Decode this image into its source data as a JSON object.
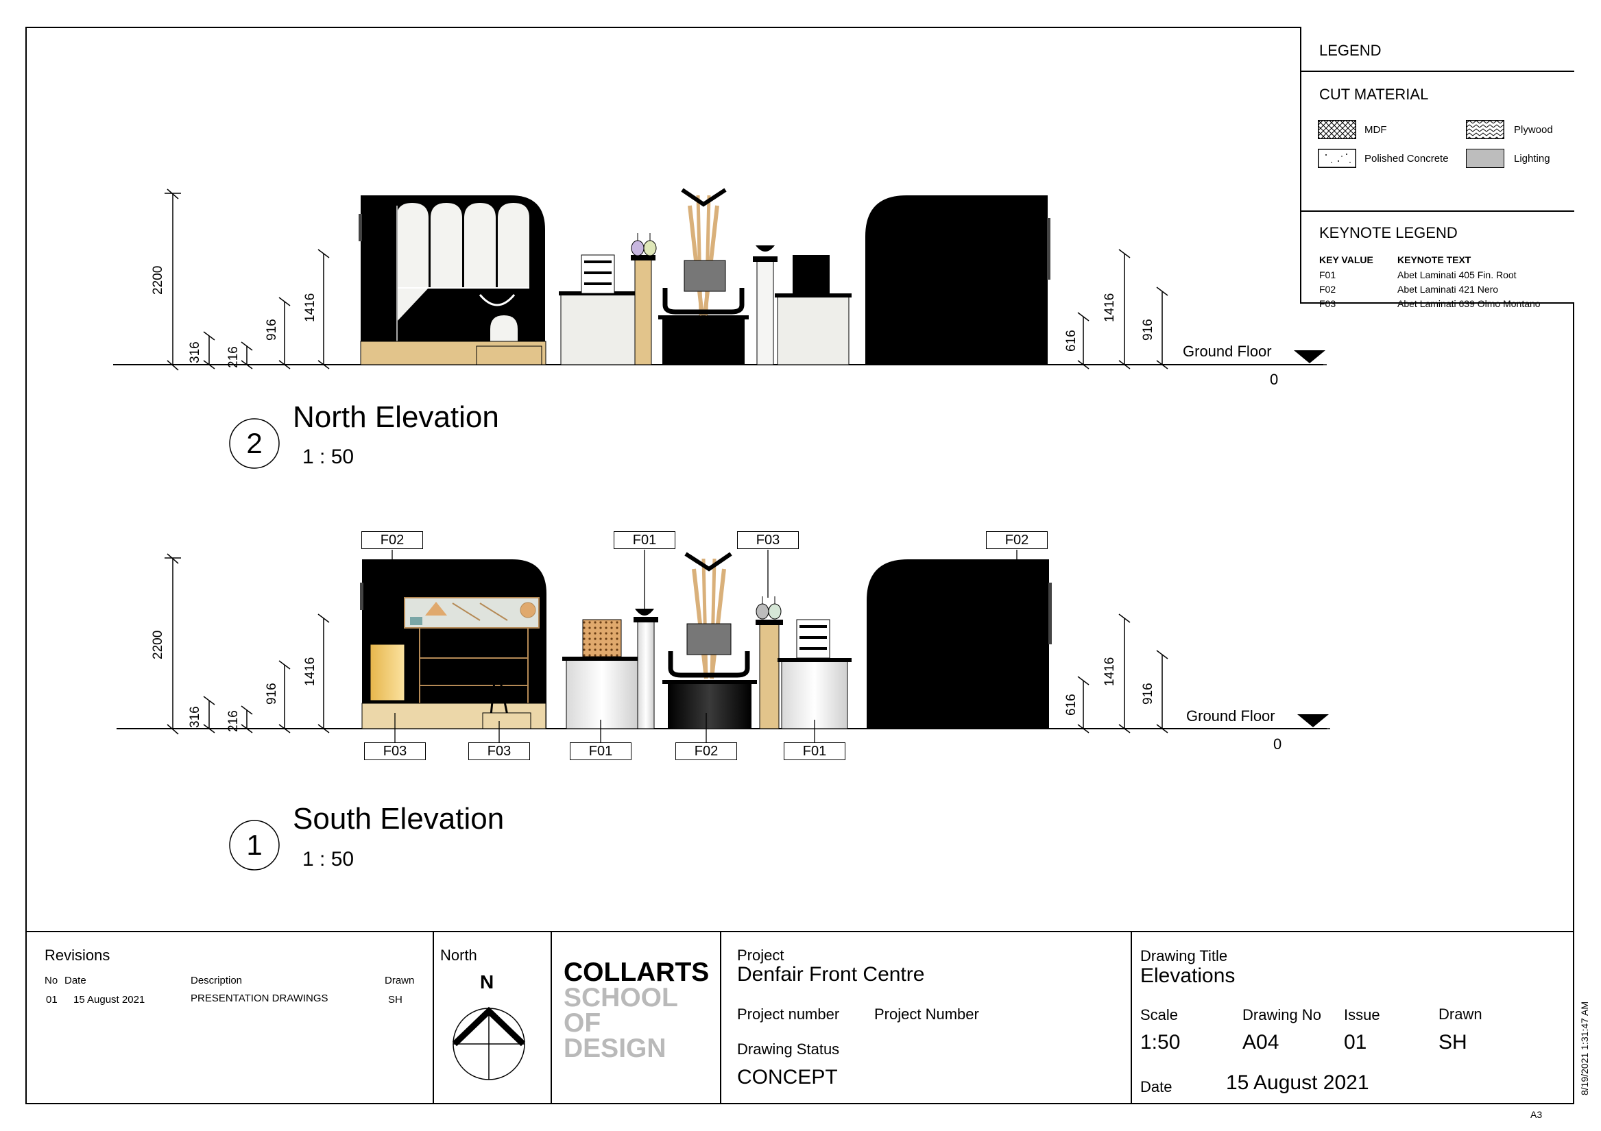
{
  "legend": {
    "title": "LEGEND",
    "cut_material_title": "CUT MATERIAL",
    "materials": [
      "MDF",
      "Plywood",
      "Polished Concrete",
      "Lighting"
    ],
    "keynote_title": "KEYNOTE LEGEND",
    "keynote_headers": [
      "KEY VALUE",
      "KEYNOTE TEXT"
    ],
    "keynotes": [
      {
        "key": "F01",
        "text": "Abet Laminati 405 Fin. Root"
      },
      {
        "key": "F02",
        "text": "Abet Laminati 421 Nero"
      },
      {
        "key": "F03",
        "text": "Abet Laminati 639 Olmo Montano"
      }
    ]
  },
  "north_elevation": {
    "number": "2",
    "title": "North Elevation",
    "scale": "1 : 50",
    "dims_left": [
      "2200",
      "316",
      "216",
      "916",
      "1416"
    ],
    "dims_right": [
      "616",
      "1416",
      "916"
    ],
    "level_name": "Ground Floor",
    "level_value": "0"
  },
  "south_elevation": {
    "number": "1",
    "title": "South Elevation",
    "scale": "1 : 50",
    "dims_left": [
      "2200",
      "316",
      "216",
      "916",
      "1416"
    ],
    "dims_right": [
      "616",
      "1416",
      "916"
    ],
    "level_name": "Ground Floor",
    "level_value": "0",
    "tags_top": [
      "F02",
      "F01",
      "F03",
      "F02"
    ],
    "tags_bottom": [
      "F03",
      "F03",
      "F01",
      "F02",
      "F01"
    ]
  },
  "title_block": {
    "revisions_title": "Revisions",
    "rev_headers": {
      "no": "No",
      "date": "Date",
      "description": "Description",
      "drawn": "Drawn"
    },
    "revision": {
      "no": "01",
      "date": "15 August 2021",
      "description": "PRESENTATION DRAWINGS",
      "drawn": "SH"
    },
    "north_label": "North",
    "north_letter": "N",
    "logo": [
      "COLLARTS",
      "SCHOOL",
      "OF",
      "DESIGN"
    ],
    "project_label": "Project",
    "project_name": "Denfair Front Centre",
    "project_number_label": "Project number",
    "project_number_value": "Project Number",
    "drawing_status_label": "Drawing Status",
    "drawing_status_value": "CONCEPT",
    "drawing_title_label": "Drawing Title",
    "drawing_title_value": "Elevations",
    "scale_label": "Scale",
    "scale_value": "1:50",
    "drawing_no_label": "Drawing No",
    "drawing_no_value": "A04",
    "issue_label": "Issue",
    "issue_value": "01",
    "drawn_label": "Drawn",
    "drawn_value": "SH",
    "date_label": "Date",
    "date_value": "15 August 2021",
    "timestamp": "8/19/2021 1:31:47 AM",
    "sheet_size": "A3"
  },
  "colors": {
    "ink": "#000000",
    "timber": "#e2c48b",
    "white_panel": "#f4f4f2",
    "grey": "#8a8a8a"
  }
}
